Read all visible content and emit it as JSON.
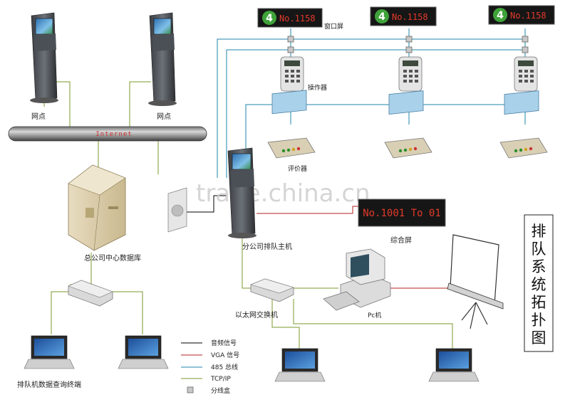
{
  "labels": {
    "kiosk_left": "网点",
    "kiosk_right": "网点",
    "internet": "Internet",
    "window_screen": "窗口屏",
    "operator": "操作器",
    "evaluator": "评价器",
    "database": "总公司中心数据库",
    "branch_main": "分公司排队主机",
    "composite_screen": "综合屏",
    "switch": "以太网交换机",
    "pc": "Pc机",
    "query_terminal": "排队机数据查询终端"
  },
  "window_display": {
    "badge": "4",
    "text": "No.1158"
  },
  "composite_display": {
    "text": "No.1001 To 01"
  },
  "vertical_title": [
    "排",
    "队",
    "系",
    "统",
    "拓",
    "扑",
    "图"
  ],
  "legend": [
    {
      "label": "音频信号",
      "color": "#000000"
    },
    {
      "label": "VGA 信号",
      "color": "#b3201f"
    },
    {
      "label": "485 总线",
      "color": "#1f84a8"
    },
    {
      "label": "TCP/IP",
      "color": "#7a9a2b"
    }
  ],
  "legend_node": {
    "label": "分线盒"
  },
  "watermark": "trade.china.cn",
  "colors": {
    "audio": "#000000",
    "vga": "#b3201f",
    "bus485": "#1f84a8",
    "tcpip": "#7a9a2b",
    "led_bg": "#161616",
    "led_text": "#e23a2a",
    "badge": "#3fa23a"
  }
}
